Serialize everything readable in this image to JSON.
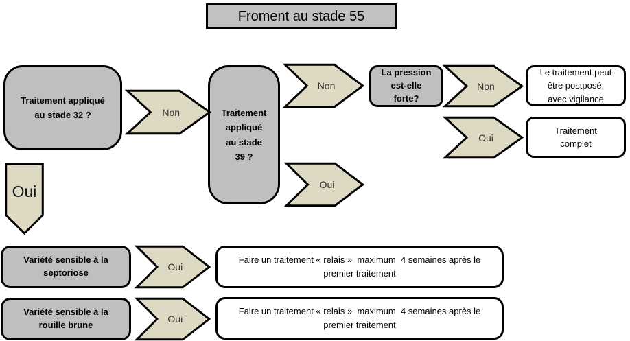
{
  "title": "Froment au stade 55",
  "colors": {
    "node_gray": "#bfbfbf",
    "title_gray": "#c1c1c1",
    "chevron_tan": "#ddd9c3",
    "outcome_white": "#ffffff",
    "border": "#000000"
  },
  "nodes": {
    "stade32": {
      "text": "Traitement appliqué\nau stade 32 ?"
    },
    "stade39": {
      "text": "Traitement\nappliqué\nau stade\n39 ?"
    },
    "pression": {
      "text": "La pression\nest-elle\nforte?"
    },
    "postpose": {
      "text": "Le traitement peut\nêtre postposé,\navec vigilance"
    },
    "complet": {
      "text": "Traitement\ncomplet"
    },
    "septoriose": {
      "text": "Variété sensible à la\nseptoriose"
    },
    "rouille": {
      "text": "Variété sensible à la\nrouille brune"
    },
    "relais_septoriose": {
      "text": "Faire un traitement « relais »  maximum  4 semaines après le\npremier traitement"
    },
    "relais_rouille": {
      "text": "Faire un traitement « relais »  maximum  4 semaines après le\npremier traitement"
    }
  },
  "connectors": {
    "non_stade32": "Non",
    "non_stade39": "Non",
    "non_pression": "Non",
    "oui_pression": "Oui",
    "oui_stade39": "Oui",
    "oui_stade32": "Oui",
    "oui_septoriose": "Oui",
    "oui_rouille": "Oui"
  }
}
